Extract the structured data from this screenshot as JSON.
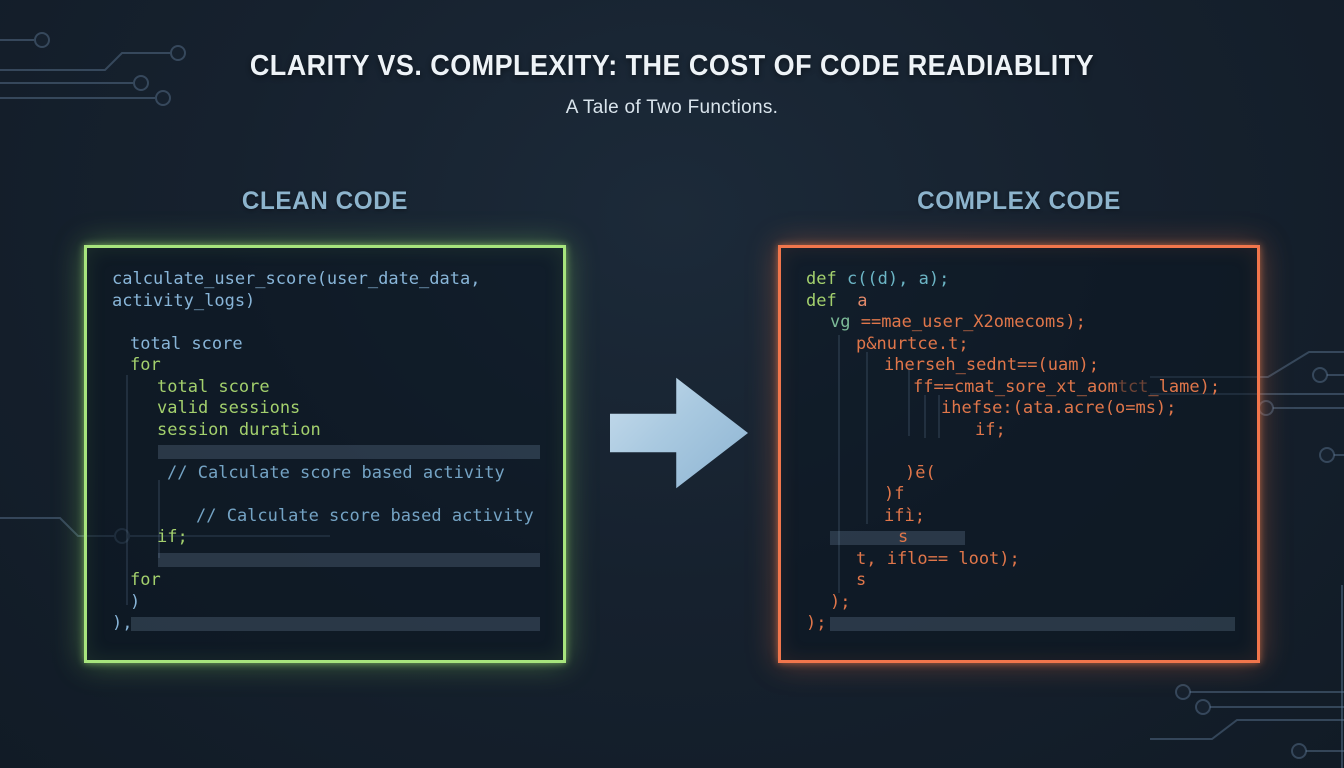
{
  "title": "CLARITY VS. COMPLEXITY: THE COST OF CODE READIABLITY",
  "subtitle": "A Tale of Two Functions.",
  "arrow": {
    "direction": "right",
    "color": "#a9c9e0"
  },
  "colors": {
    "background": "#16212e",
    "clean_border": "#a7e47d",
    "complex_border": "#f1764c",
    "heading": "#8db4cd",
    "code_blue": "#88b5d8",
    "code_green": "#a3d06d",
    "code_orange": "#e0764a"
  },
  "left_panel": {
    "heading": "CLEAN CODE",
    "border_color": "#a7e47d",
    "lines": [
      {
        "indent": 0,
        "tokens": [
          {
            "text": "calculate_user_score(user_date_data,",
            "color": "blue"
          }
        ]
      },
      {
        "indent": 0,
        "tokens": [
          {
            "text": "activity_logs)",
            "color": "blue"
          }
        ]
      },
      {
        "blank": true
      },
      {
        "indent": 18,
        "tokens": [
          {
            "text": "total score",
            "color": "blue"
          }
        ]
      },
      {
        "indent": 18,
        "tokens": [
          {
            "text": "for",
            "color": "green"
          }
        ]
      },
      {
        "indent": 45,
        "tokens": [
          {
            "text": "total score",
            "color": "green"
          }
        ]
      },
      {
        "indent": 45,
        "tokens": [
          {
            "text": "valid sessions",
            "color": "green"
          }
        ]
      },
      {
        "indent": 45,
        "tokens": [
          {
            "text": "session duration",
            "color": "green"
          }
        ]
      },
      {
        "bar": {
          "from": 46,
          "to": 428
        }
      },
      {
        "indent": 55,
        "tokens": [
          {
            "text": "// Calculate score based activity",
            "color": "comment"
          }
        ]
      },
      {
        "blank": true
      },
      {
        "indent": 84,
        "tokens": [
          {
            "text": "// Calculate score based activity",
            "color": "comment"
          }
        ]
      },
      {
        "indent": 45,
        "tokens": [
          {
            "text": "if;",
            "color": "green"
          }
        ]
      },
      {
        "bar": {
          "from": 46,
          "to": 428
        }
      },
      {
        "indent": 18,
        "tokens": [
          {
            "text": "for",
            "color": "green"
          }
        ]
      },
      {
        "indent": 18,
        "tokens": [
          {
            "text": ")",
            "color": "blue"
          }
        ]
      },
      {
        "indent": 0,
        "tokens": [
          {
            "text": "),",
            "color": "blue"
          }
        ],
        "bar": {
          "from": 19,
          "to": 428
        }
      }
    ]
  },
  "right_panel": {
    "heading": "COMPLEX CODE",
    "border_color": "#f1764c",
    "lines": [
      {
        "indent": 0,
        "tokens": [
          {
            "text": "def ",
            "color": "green"
          },
          {
            "text": "c((d), a);",
            "color": "teal"
          }
        ]
      },
      {
        "indent": 0,
        "tokens": [
          {
            "text": "def ",
            "color": "green"
          },
          {
            "text": " a",
            "color": "salmon"
          }
        ]
      },
      {
        "indent": 24,
        "tokens": [
          {
            "text": "vg ",
            "color": "tealgreen"
          },
          {
            "text": "==mae_user_X2omecoms);",
            "color": "orange"
          }
        ]
      },
      {
        "indent": 50,
        "tokens": [
          {
            "text": "p&nurtce.t;",
            "color": "orange"
          }
        ]
      },
      {
        "indent": 78,
        "tokens": [
          {
            "text": "iherseh_sednt==(uam);",
            "color": "orange"
          }
        ]
      },
      {
        "indent": 107,
        "tokens": [
          {
            "text": "ff==cmat_sore_xt_aom",
            "color": "orange"
          },
          {
            "text": "tct",
            "color": "orange-faded"
          },
          {
            "text": "_lame);",
            "color": "orange"
          }
        ]
      },
      {
        "indent": 135,
        "tokens": [
          {
            "text": "ihefse:(ata.acre(o=ms);",
            "color": "orange"
          }
        ]
      },
      {
        "indent": 169,
        "tokens": [
          {
            "text": "if;",
            "color": "orange"
          }
        ]
      },
      {
        "blank": true
      },
      {
        "indent": 99,
        "tokens": [
          {
            "text": ")ē(",
            "color": "orange"
          }
        ]
      },
      {
        "indent": 78,
        "tokens": [
          {
            "text": ")f",
            "color": "orange"
          }
        ]
      },
      {
        "indent": 78,
        "tokens": [
          {
            "text": "ifì;",
            "color": "orange"
          }
        ]
      },
      {
        "indent": 92,
        "tokens": [
          {
            "text": "s",
            "color": "orange"
          }
        ],
        "bar": {
          "from": 24,
          "to": 159
        }
      },
      {
        "indent": 50,
        "tokens": [
          {
            "text": "t, iflo== loot);",
            "color": "orange"
          }
        ]
      },
      {
        "indent": 50,
        "tokens": [
          {
            "text": "s",
            "color": "orange"
          }
        ]
      },
      {
        "indent": 24,
        "tokens": [
          {
            "text": ");",
            "color": "orange"
          }
        ]
      },
      {
        "indent": 0,
        "tokens": [
          {
            "text": ");",
            "color": "orange"
          }
        ],
        "bar": {
          "from": 24,
          "to": 429
        }
      }
    ]
  }
}
